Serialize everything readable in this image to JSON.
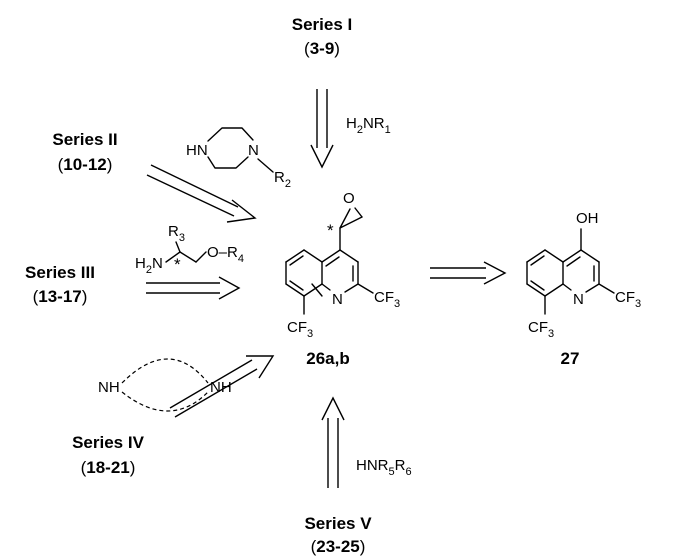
{
  "series": [
    {
      "name": "Series I",
      "range": "3-9"
    },
    {
      "name": "Series II",
      "range": "10-12"
    },
    {
      "name": "Series III",
      "range": "13-17"
    },
    {
      "name": "Series IV",
      "range": "18-21"
    },
    {
      "name": "Series V",
      "range": "23-25"
    }
  ],
  "reagents": {
    "series1": {
      "a": "H",
      "b": "2",
      "c": "NR",
      "d": "1"
    },
    "series2": {
      "hn": "HN",
      "n": "N",
      "r": "R",
      "rsub": "2"
    },
    "series3": {
      "r3": "R",
      "r3sub": "3",
      "h2": "H",
      "h2sub": "2",
      "n": "N",
      "star": "*",
      "o": "O",
      "r4": "R",
      "r4sub": "4"
    },
    "series4": {
      "nh1": "NH",
      "nh2": "NH"
    },
    "series5": {
      "a": "HNR",
      "b": "5",
      "c": "R",
      "d": "6"
    }
  },
  "compounds": {
    "center": {
      "label": "26a,b",
      "o": "O",
      "star": "*",
      "n": "N",
      "cf3a": "CF",
      "cf3asub": "3",
      "cf3b": "CF",
      "cf3bsub": "3"
    },
    "right": {
      "label": "27",
      "oh": "OH",
      "n": "N",
      "cf3a": "CF",
      "cf3asub": "3",
      "cf3b": "CF",
      "cf3bsub": "3"
    }
  },
  "paren": {
    "open": "(",
    "close": ")"
  }
}
